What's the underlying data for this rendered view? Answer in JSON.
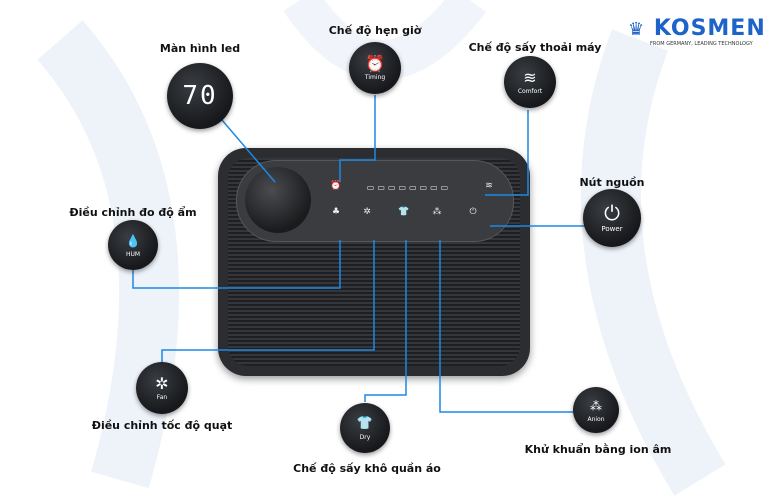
{
  "brand": {
    "name": "KOSMEN",
    "tagline": "FROM GERMANY, LEADING TECHNOLOGY",
    "color": "#1e63c8"
  },
  "accent": "#1e88e5",
  "display": {
    "value": "70",
    "title": "Màn hình led"
  },
  "callouts": {
    "timing": {
      "title": "Chế độ hẹn giờ",
      "label": "Timing",
      "icon": "alarm-clock-icon"
    },
    "comfort": {
      "title": "Chế độ sấy thoải máy",
      "label": "Comfort",
      "icon": "waves-icon"
    },
    "power": {
      "title": "Nút nguồn",
      "label": "Power",
      "icon": "power-icon"
    },
    "hum": {
      "title": "Điều chỉnh đo độ ẩm",
      "label": "HUM",
      "icon": "droplets-icon"
    },
    "fan": {
      "title": "Điều chỉnh tốc độ quạt",
      "label": "Fan",
      "icon": "fan-icon"
    },
    "dry": {
      "title": "Chế độ sấy khô quần áo",
      "label": "Dry",
      "icon": "shirt-icon"
    },
    "anion": {
      "title": "Khử khuẩn bằng ion âm",
      "label": "Anion",
      "icon": "anion-icon"
    }
  }
}
